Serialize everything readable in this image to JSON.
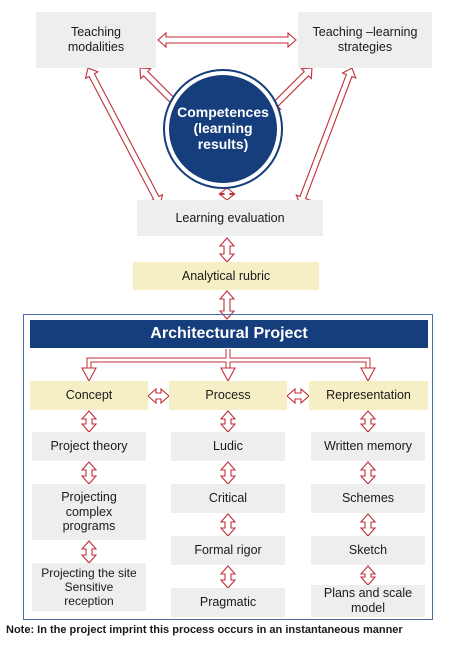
{
  "top": {
    "teaching_modalities": "Teaching\nmodalities",
    "teaching_learning_strategies": "Teaching –learning\nstrategies"
  },
  "center": {
    "competences": "Competences\n(learning\nresults)"
  },
  "evaluation": {
    "learning_evaluation": "Learning evaluation",
    "analytical_rubric": "Analytical rubric"
  },
  "project": {
    "title": "Architectural Project",
    "columns": [
      {
        "header": "Concept",
        "items": [
          "Project theory",
          "Projecting\ncomplex\nprograms",
          "Projecting the site\nSensitive\nreception"
        ]
      },
      {
        "header": "Process",
        "items": [
          "Ludic",
          "Critical",
          "Formal rigor",
          "Pragmatic"
        ]
      },
      {
        "header": "Representation",
        "items": [
          "Written memory",
          "Schemes",
          "Sketch",
          "Plans and scale\nmodel"
        ]
      }
    ]
  },
  "note": "Note: In the project imprint this process occurs in an instantaneous manner",
  "colors": {
    "navy": "#163d7c",
    "arrow_outline": "#c0303a",
    "grey_box": "#eeeeee",
    "yellow_box": "#f6efc6"
  }
}
